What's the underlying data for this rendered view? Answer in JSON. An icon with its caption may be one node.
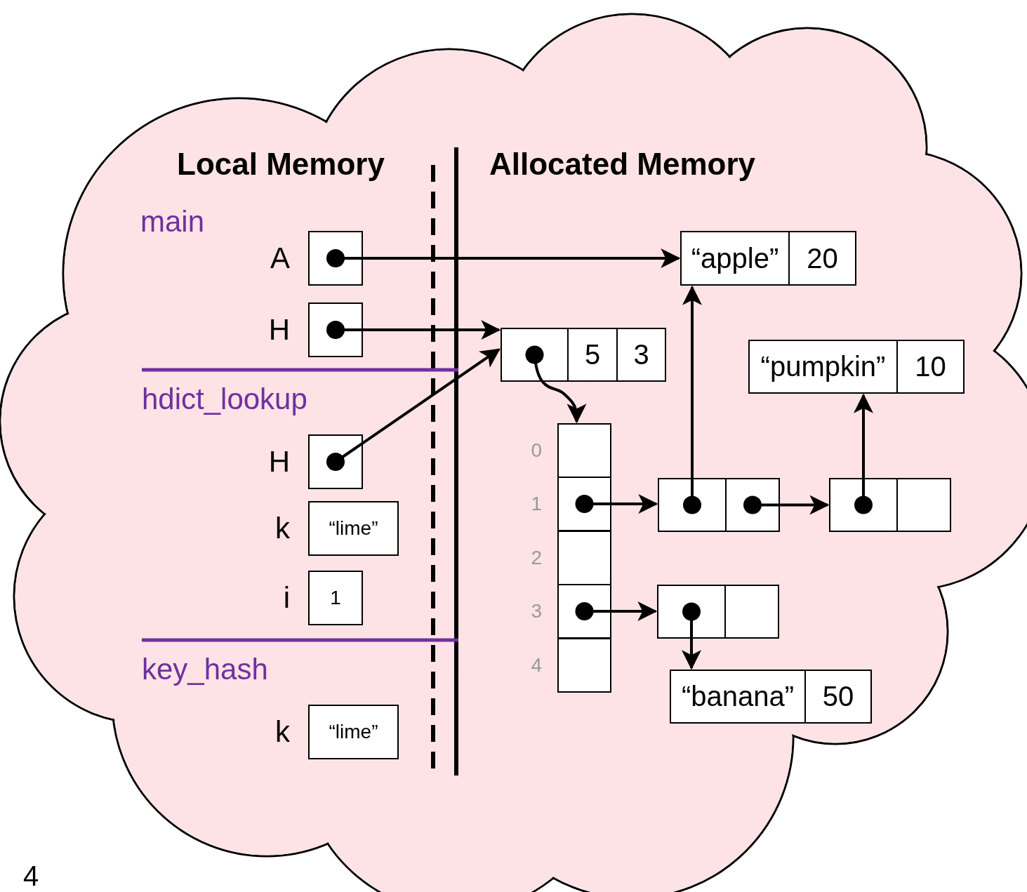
{
  "diagram": {
    "nodes": [
      {
        "text": [],
        "shape": "box",
        "beside": [
          "A"
        ]
      },
      {
        "text": [],
        "shape": "box",
        "beside": [
          "H"
        ]
      },
      {
        "text": [],
        "shape": "box",
        "beside": [
          "H"
        ]
      },
      {
        "text": [
          "“lime”"
        ],
        "beside": [
          "k"
        ]
      },
      {
        "text": [
          "1"
        ],
        "beside": [
          "i"
        ]
      },
      {
        "text": [
          "“lime”"
        ],
        "beside": [
          "k"
        ]
      },
      {
        "text": [],
        "shape": "box"
      },
      {
        "text": [
          "5"
        ]
      },
      {
        "text": [
          "3"
        ]
      },
      {
        "text": [
          "“apple”"
        ]
      },
      {
        "text": [
          "20"
        ]
      },
      {
        "text": [
          "“pumpkin”"
        ]
      },
      {
        "text": [
          "10"
        ]
      },
      {
        "text": [],
        "shape": "box",
        "beside": [
          "0"
        ]
      },
      {
        "text": [],
        "shape": "box",
        "beside": [
          "1"
        ]
      },
      {
        "text": [],
        "shape": "box",
        "beside": [
          "2"
        ]
      },
      {
        "text": [],
        "shape": "box",
        "beside": [
          "3"
        ]
      },
      {
        "text": [],
        "shape": "box",
        "beside": [
          "4"
        ]
      },
      {
        "text": [],
        "shape": "box"
      },
      {
        "text": [],
        "shape": "box"
      },
      {
        "text": [],
        "shape": "box"
      },
      {
        "text": [],
        "shape": "box"
      },
      {
        "text": [],
        "shape": "box"
      },
      {
        "text": [],
        "shape": "box"
      },
      {
        "text": [
          "“banana”"
        ]
      },
      {
        "text": [
          "50"
        ]
      }
    ],
    "edges": [
      {
        "from": 0,
        "to": 9,
        "arrow": "to"
      },
      {
        "from": 1,
        "to": 6,
        "arrow": "to"
      },
      {
        "from": 2,
        "to": 6,
        "arrow": "to"
      },
      {
        "from": 6,
        "to": 13,
        "arrow": "to"
      },
      {
        "from": 14,
        "to": 18,
        "arrow": "to"
      },
      {
        "from": 19,
        "to": 20,
        "arrow": "to"
      },
      {
        "from": 18,
        "to": 9,
        "arrow": "to"
      },
      {
        "from": 20,
        "to": 11,
        "arrow": "to"
      },
      {
        "from": 16,
        "to": 22,
        "arrow": "to"
      },
      {
        "from": 22,
        "to": 24,
        "arrow": "to"
      }
    ],
    "labels": [
      "Local Memory",
      "Allocated Memory",
      "main",
      "hdict_lookup",
      "key_hash",
      "4"
    ]
  }
}
